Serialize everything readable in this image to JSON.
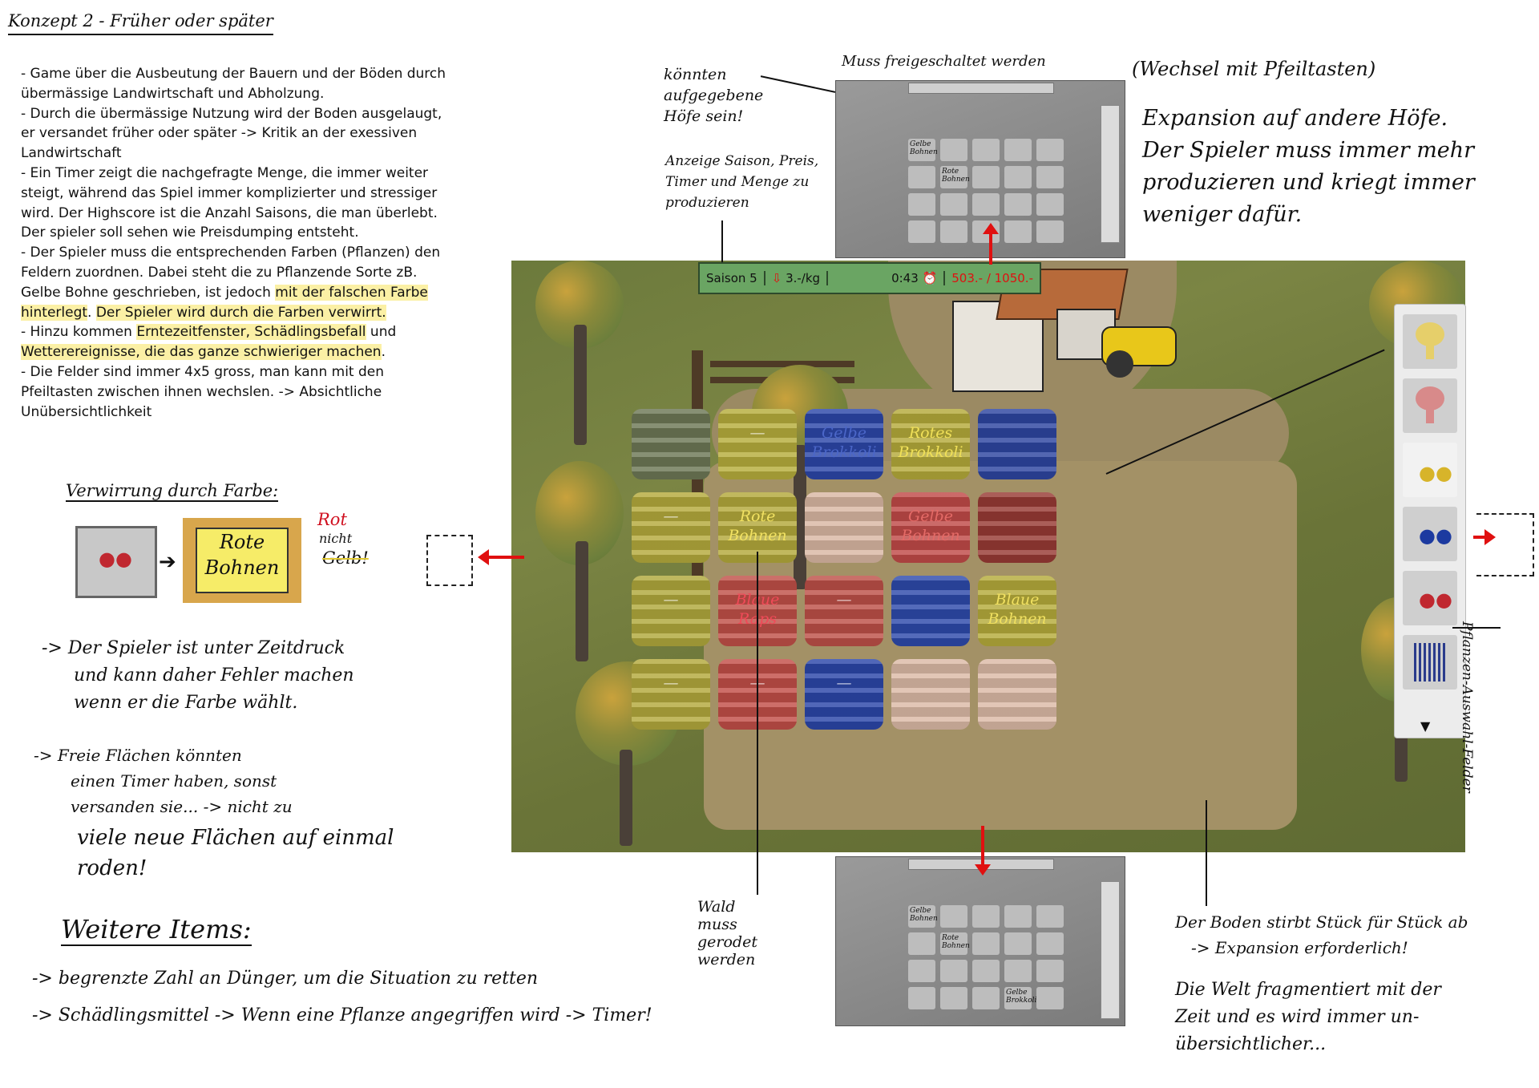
{
  "title": "Konzept 2 - Früher oder später",
  "notes": [
    {
      "parts": [
        {
          "t": "- Game über die Ausbeutung der Bauern und der Böden durch übermässige Landwirtschaft und Abholzung."
        }
      ]
    },
    {
      "parts": [
        {
          "t": "- Durch die übermässige Nutzung wird der Boden ausgelaugt, er versandet früher oder später -> Kritik an der exessiven Landwirtschaft"
        }
      ]
    },
    {
      "parts": [
        {
          "t": "- Ein Timer zeigt die nachgefragte Menge, die immer weiter steigt, während das Spiel immer komplizierter und stressiger wird. Der Highscore ist die Anzahl Saisons, die man überlebt. Der spieler soll sehen wie Preisdumping entsteht."
        }
      ]
    },
    {
      "parts": [
        {
          "t": "- Der Spieler muss die entsprechenden Farben (Pflanzen) den Feldern zuordnen. Dabei steht die zu Pflanzende Sorte zB. Gelbe Bohne geschrieben, ist jedoch "
        },
        {
          "t": "mit der falschen Farbe hinterlegt",
          "hl": true
        },
        {
          "t": ". "
        },
        {
          "t": "Der Spieler wird durch die Farben verwirrt.",
          "hl": true
        }
      ]
    },
    {
      "parts": [
        {
          "t": "- Hinzu kommen "
        },
        {
          "t": "Erntezeitfenster, Schädlingsbefall",
          "hl": true
        },
        {
          "t": " und "
        },
        {
          "t": "Wetterereignisse, die das ganze schwieriger machen",
          "hl": true
        },
        {
          "t": "."
        }
      ]
    },
    {
      "parts": [
        {
          "t": "- Die Felder sind immer 4x5 gross, man kann mit den Pfeiltasten zwischen ihnen wechslen. -> Absichtliche Unübersichtlichkeit"
        }
      ]
    }
  ],
  "annotations": {
    "kontext_hoefe": "könnten aufgegebene Höfe sein!",
    "muss_freigeschaltet": "Muss freigeschaltet werden",
    "wechsel": "(Wechsel mit Pfeiltasten)",
    "expansion_1": "Expansion auf andere Höfe.",
    "expansion_2": "Der Spieler muss immer mehr",
    "expansion_3": "produzieren und kriegt immer",
    "expansion_4": "weniger dafür.",
    "anzeige": "Anzeige Saison, Preis, Timer und Menge zu produzieren",
    "verwirrung_title": "Verwirrung durch Farbe:",
    "rot": "Rot",
    "nicht": "nicht",
    "gelb": "Gelb!",
    "rote_bohnen_demo": "Rote Bohnen",
    "zeitdruck_1": "-> Der Spieler ist unter Zeitdruck",
    "zeitdruck_2": "und kann daher Fehler machen",
    "zeitdruck_3": "wenn er die Farbe wählt.",
    "freie_1": "-> Freie Flächen könnten",
    "freie_2": "einen Timer haben, sonst",
    "freie_3": "versanden sie... -> nicht zu",
    "freie_4": "viele neue Flächen auf einmal",
    "freie_5": "roden!",
    "weitere_title": "Weitere Items:",
    "item_1": "-> begrenzte Zahl an Dünger, um die Situation zu retten",
    "item_2": "-> Schädlingsmittel -> Wenn eine Pflanze angegriffen wird -> Timer!",
    "wald": "Wald muss gerodet werden",
    "boden_1": "Der Boden stirbt Stück für Stück ab",
    "boden_2": "-> Expansion erforderlich!",
    "welt_1": "Die Welt fragmentiert mit der",
    "welt_2": "Zeit und es wird immer un-",
    "welt_3": "übersichtlicher...",
    "pflanzen_auswahl": "Pflanzen-Auswahl-Felder"
  },
  "hud": {
    "saison": "Saison 5",
    "preis": "3.-/kg",
    "timer": "0:43",
    "menge": "503.- / 1050.-"
  },
  "plots": [
    {
      "label": "",
      "color": "#6d7755"
    },
    {
      "label": "—",
      "color": "#b6ad3c"
    },
    {
      "label": "Gelbe Brokkoli",
      "color": "#2c47a8",
      "text": "#4b66c8"
    },
    {
      "label": "Rotes Brokkoli",
      "color": "#b4aa3a",
      "text": "#f0e058"
    },
    {
      "label": "",
      "color": "#2d45a0"
    },
    {
      "label": "—",
      "color": "#b4aa3c"
    },
    {
      "label": "Rote Bohnen",
      "color": "#b3a83b",
      "text": "#f2e262"
    },
    {
      "label": "",
      "color": "#d9b7a3"
    },
    {
      "label": "Gelbe Bohnen",
      "color": "#c04a48",
      "text": "#e46a66"
    },
    {
      "label": "",
      "color": "#973a34"
    },
    {
      "label": "—",
      "color": "#b0a83c"
    },
    {
      "label": "Blaue Raps",
      "color": "#c05048",
      "text": "#f04a58"
    },
    {
      "label": "—",
      "color": "#bd5048"
    },
    {
      "label": "",
      "color": "#2e4aab"
    },
    {
      "label": "Blaue Bohnen",
      "color": "#b5ab3b",
      "text": "#f0e060"
    },
    {
      "label": "—",
      "color": "#b3a93c"
    },
    {
      "label": "—",
      "color": "#c24e48"
    },
    {
      "label": "—",
      "color": "#2b46a8"
    },
    {
      "label": "",
      "color": "#dcbaa6"
    },
    {
      "label": "",
      "color": "#dcbaa6"
    }
  ],
  "thumb_labels": {
    "top": [
      "Gelbe Bohnen",
      "Rote Bohnen"
    ],
    "bottom": [
      "Gelbe Bohnen",
      "Rote Bohnen",
      "Gelbe Brokkoli"
    ]
  },
  "sidebar_items": [
    "broccoli-yellow",
    "broccoli-red",
    "beans-yellow",
    "beans-blue",
    "beans-red",
    "grass-blue"
  ],
  "colors": {
    "accent_red": "#e01010",
    "hud_green": "#6aa563",
    "highlight": "#fbf0a5"
  }
}
